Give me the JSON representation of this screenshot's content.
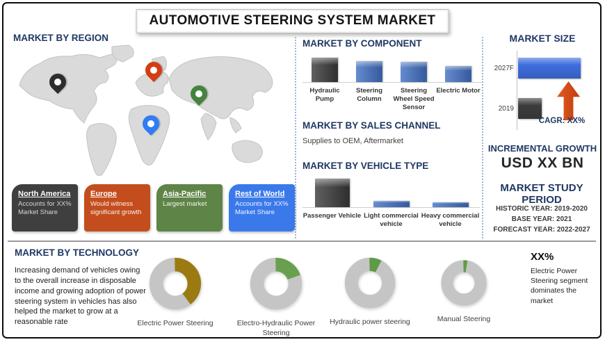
{
  "title": "AUTOMOTIVE STEERING SYSTEM MARKET",
  "region": {
    "heading": "MARKET BY REGION",
    "pins": [
      {
        "name": "north-america",
        "color": "#2d2d2d"
      },
      {
        "name": "europe",
        "color": "#d43d10"
      },
      {
        "name": "asia-pacific",
        "color": "#44833e"
      },
      {
        "name": "rest-of-world",
        "color": "#2e7cf6"
      }
    ],
    "boxes": [
      {
        "title": "North America",
        "desc": "Accounts for XX% Market Share",
        "color": "#3f3f3f"
      },
      {
        "title": "Europe",
        "desc": "Would witness significant growth",
        "color": "#c44d1d"
      },
      {
        "title": "Asia-Pacific",
        "desc": "Largest market",
        "color": "#5f8447"
      },
      {
        "title": "Rest of World",
        "desc": "Accounts for XX% Market Share",
        "color": "#3a79ea"
      }
    ]
  },
  "component": {
    "heading": "MARKET BY COMPONENT"
  },
  "sales_channel": {
    "heading": "MARKET BY SALES CHANNEL",
    "text": "Supplies to OEM, Aftermarket"
  },
  "vehicle": {
    "heading": "MARKET BY VEHICLE TYPE"
  },
  "market_size": {
    "heading": "MARKET SIZE"
  },
  "incremental": {
    "heading": "INCREMENTAL GROWTH",
    "value": "USD XX BN"
  },
  "study_period": {
    "heading": "MARKET STUDY PERIOD",
    "historic": "HISTORIC YEAR: 2019-2020",
    "base": "BASE YEAR: 2021",
    "forecast": "FORECAST YEAR: 2022-2027"
  },
  "technology": {
    "heading": "MARKET BY TECHNOLOGY",
    "paragraph": "Increasing demand of vehicles owing to the overall increase in disposable income and growing adoption of power steering system in vehicles has also helped the market to grow at a reasonable rate",
    "highlight_value": "XX%",
    "highlight_desc": "Electric Power Steering segment dominates the market"
  },
  "chart_data": [
    {
      "type": "bar",
      "title": "MARKET BY COMPONENT",
      "categories": [
        "Hydraulic Pump",
        "Steering Column",
        "Steering Wheel Speed Sensor",
        "Electric Motor"
      ],
      "values": [
        100,
        87,
        84,
        67
      ],
      "unit": "relative height, % of tallest bar (no axis labels shown)",
      "colors": [
        "#3d3d3d",
        "#4472c4",
        "#4472c4",
        "#4472c4"
      ]
    },
    {
      "type": "bar",
      "title": "MARKET BY VEHICLE TYPE",
      "categories": [
        "Passenger Vehicle",
        "Light commercial vehicle",
        "Heavy commercial vehicle"
      ],
      "values": [
        100,
        23,
        18
      ],
      "unit": "relative height, % of tallest bar (no axis labels shown)",
      "colors": [
        "#3d3d3d",
        "#4472c4",
        "#4472c4"
      ]
    },
    {
      "type": "bar",
      "orientation": "horizontal",
      "title": "MARKET SIZE",
      "categories": [
        "2027F",
        "2019"
      ],
      "values": [
        100,
        38
      ],
      "unit": "relative width, % of longest bar (no axis labels shown)",
      "colors": [
        "#3e6ede",
        "#3d3d3d"
      ],
      "annotation": "CAGR: XX%"
    },
    {
      "type": "pie",
      "title": "MARKET BY TECHNOLOGY",
      "ring_color": "#c5c5c5",
      "items": [
        {
          "label": "Electric Power Steering",
          "value_pct": 40,
          "color": "#9b7b11"
        },
        {
          "label": "Electro-Hydraulic Power Steering",
          "value_pct": 20,
          "color": "#69a04f"
        },
        {
          "label": "Hydraulic power steering",
          "value_pct": 8,
          "color": "#5f9b47"
        },
        {
          "label": "Manual Steering",
          "value_pct": 3,
          "color": "#5f9b47"
        }
      ]
    }
  ]
}
